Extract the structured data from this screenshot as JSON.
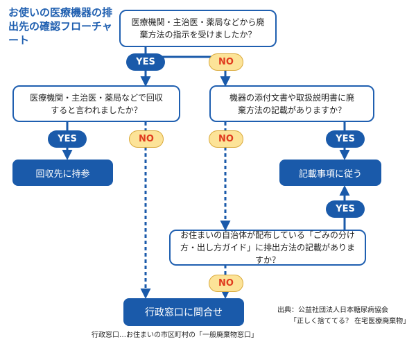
{
  "title": "お使いの医療機器の排出先の確認フローチャート",
  "questions": {
    "q1": "医療機関・主治医・薬局などから廃棄方法の指示を受けましたか？",
    "q2": "医療機関・主治医・薬局などで回収すると言われましたか？",
    "q3": "機器の添付文書や取扱説明書に廃棄方法の記載がありますか？",
    "q4": "お住まいの自治体が配布している「ごみの分け方・出し方ガイド」に排出方法の記載がありますか？"
  },
  "answers": {
    "collect": "回収先に持参",
    "follow": "記載事項に従う",
    "office": "行政窓口に問合せ"
  },
  "labels": {
    "yes": "YES",
    "no": "NO"
  },
  "footnote": "行政窓口…お住まいの市区町村の「一般廃棄物窓口」",
  "source": {
    "line1": "出典：公益社団法人日本糖尿病協会",
    "line2": "「正しく捨ててる？ 在宅医療廃棄物」"
  },
  "colors": {
    "primary": "#1a5aaa",
    "title": "#1f5fb0",
    "no_bg": "#fce398",
    "no_text": "#e03a1e"
  }
}
